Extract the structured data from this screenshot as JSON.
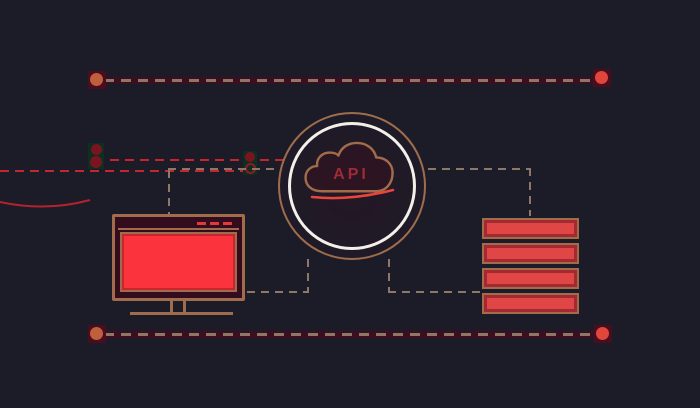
{
  "illustration": {
    "type": "api-integration-diagram",
    "hub_label": "API",
    "nodes": {
      "client": "desktop-monitor",
      "hub": "api-cloud-badge",
      "server": "server-stack"
    },
    "server_bar_count": 4,
    "titlebar_dash_count": 3,
    "colors": {
      "background": "#1c1c28",
      "outline_tan": "#a06c4c",
      "dash_muted": "#8d7767",
      "ring_white": "#f4efe8",
      "screen_red": "#fb333c",
      "server_red": "#e04646",
      "api_text_red": "#a02a36",
      "swoosh_red": "#e8453d",
      "maroon_panel": "#330d1d",
      "rail_strip": "#3b0f21",
      "dot_orange": "#c05f3e",
      "dot_red": "#e0463c",
      "glitch_red": "#c1272d",
      "artifact_green": "#0d2f1f"
    }
  }
}
